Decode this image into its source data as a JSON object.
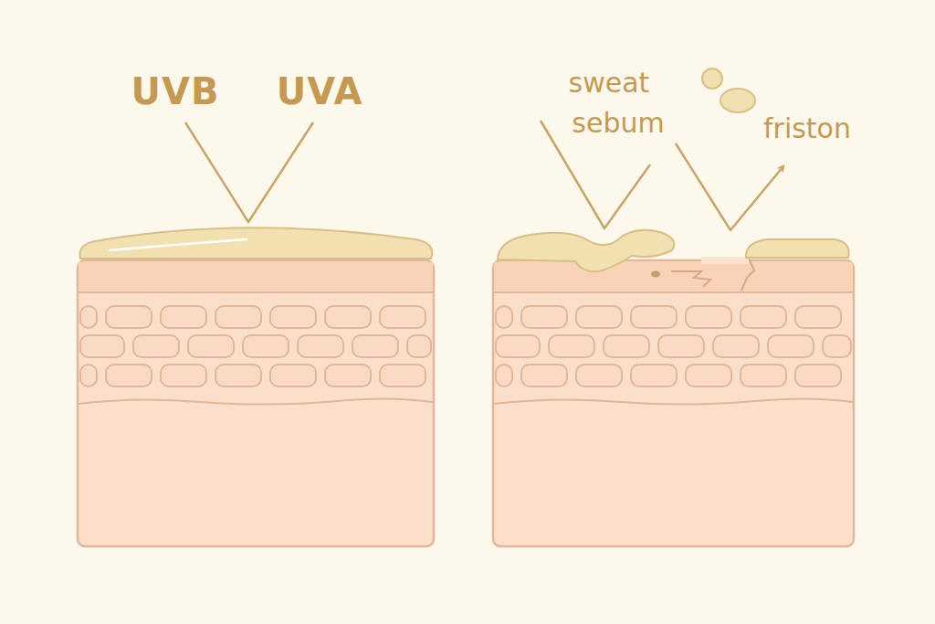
{
  "diagram": {
    "labels": [
      "UVB",
      "UVA",
      "sweat",
      "sebum",
      "friston"
    ]
  }
}
